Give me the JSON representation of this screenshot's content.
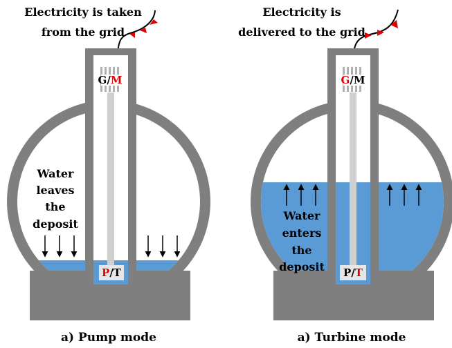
{
  "panels": [
    {
      "id": "pump",
      "caption": "a) Pump mode",
      "grid_text": [
        "Electricity is taken",
        "from the grid"
      ],
      "machine_label": {
        "left": "G",
        "sep": "/",
        "right": "M",
        "highlight": "right"
      },
      "pump_label": {
        "left": "P",
        "sep": "/",
        "right": "T",
        "highlight": "left"
      },
      "water_text": [
        "Water",
        "leaves",
        "the",
        "deposit"
      ],
      "water_flow": "down",
      "water_level": "low",
      "power_flow": "in"
    },
    {
      "id": "turbine",
      "caption": "a) Turbine mode",
      "grid_text": [
        "Electricity is",
        "delivered to the grid"
      ],
      "machine_label": {
        "left": "G",
        "sep": "/",
        "right": "M",
        "highlight": "left"
      },
      "pump_label": {
        "left": "P",
        "sep": "/",
        "right": "T",
        "highlight": "right"
      },
      "water_text": [
        "Water",
        "enters",
        "the",
        "deposit"
      ],
      "water_flow": "up",
      "water_level": "high",
      "power_flow": "out"
    }
  ],
  "colors": {
    "structure": "#7f7f7f",
    "water": "#5b9bd5",
    "shaft": "#d0d0d0",
    "highlight": "#e00000",
    "arrow_red": "#e00000"
  }
}
